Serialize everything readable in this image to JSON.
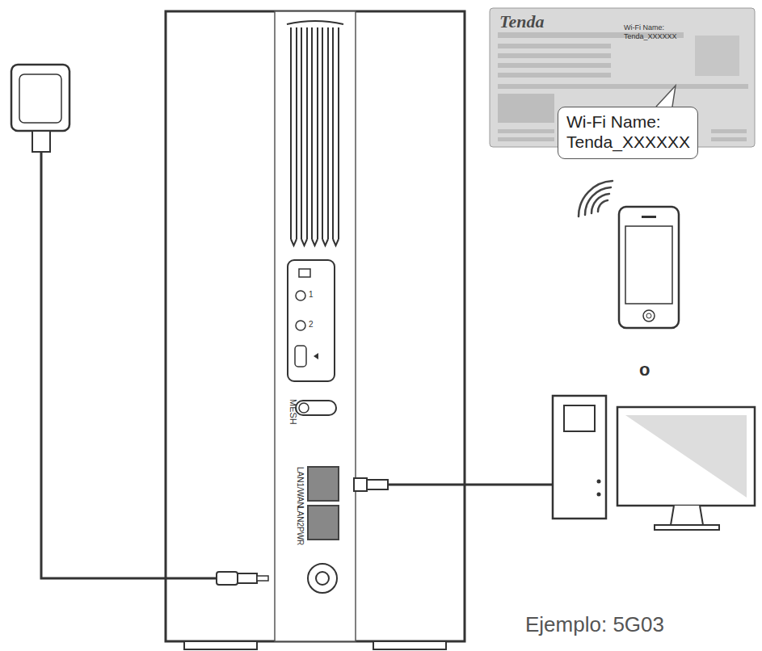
{
  "diagram": {
    "caption": "Ejemplo: 5G03",
    "nodes": [
      {
        "text": [
          "Tenda"
        ]
      },
      {
        "text": [
          "Wi-Fi Name: Tenda_XXXXXX"
        ],
        "in": 0
      }
    ],
    "labels": [
      "Wi-Fi Name:",
      "Tenda_XXXXXX",
      "1",
      "2",
      "MESH",
      "LAN1/WAN",
      "LAN2",
      "PWR",
      "o"
    ]
  }
}
